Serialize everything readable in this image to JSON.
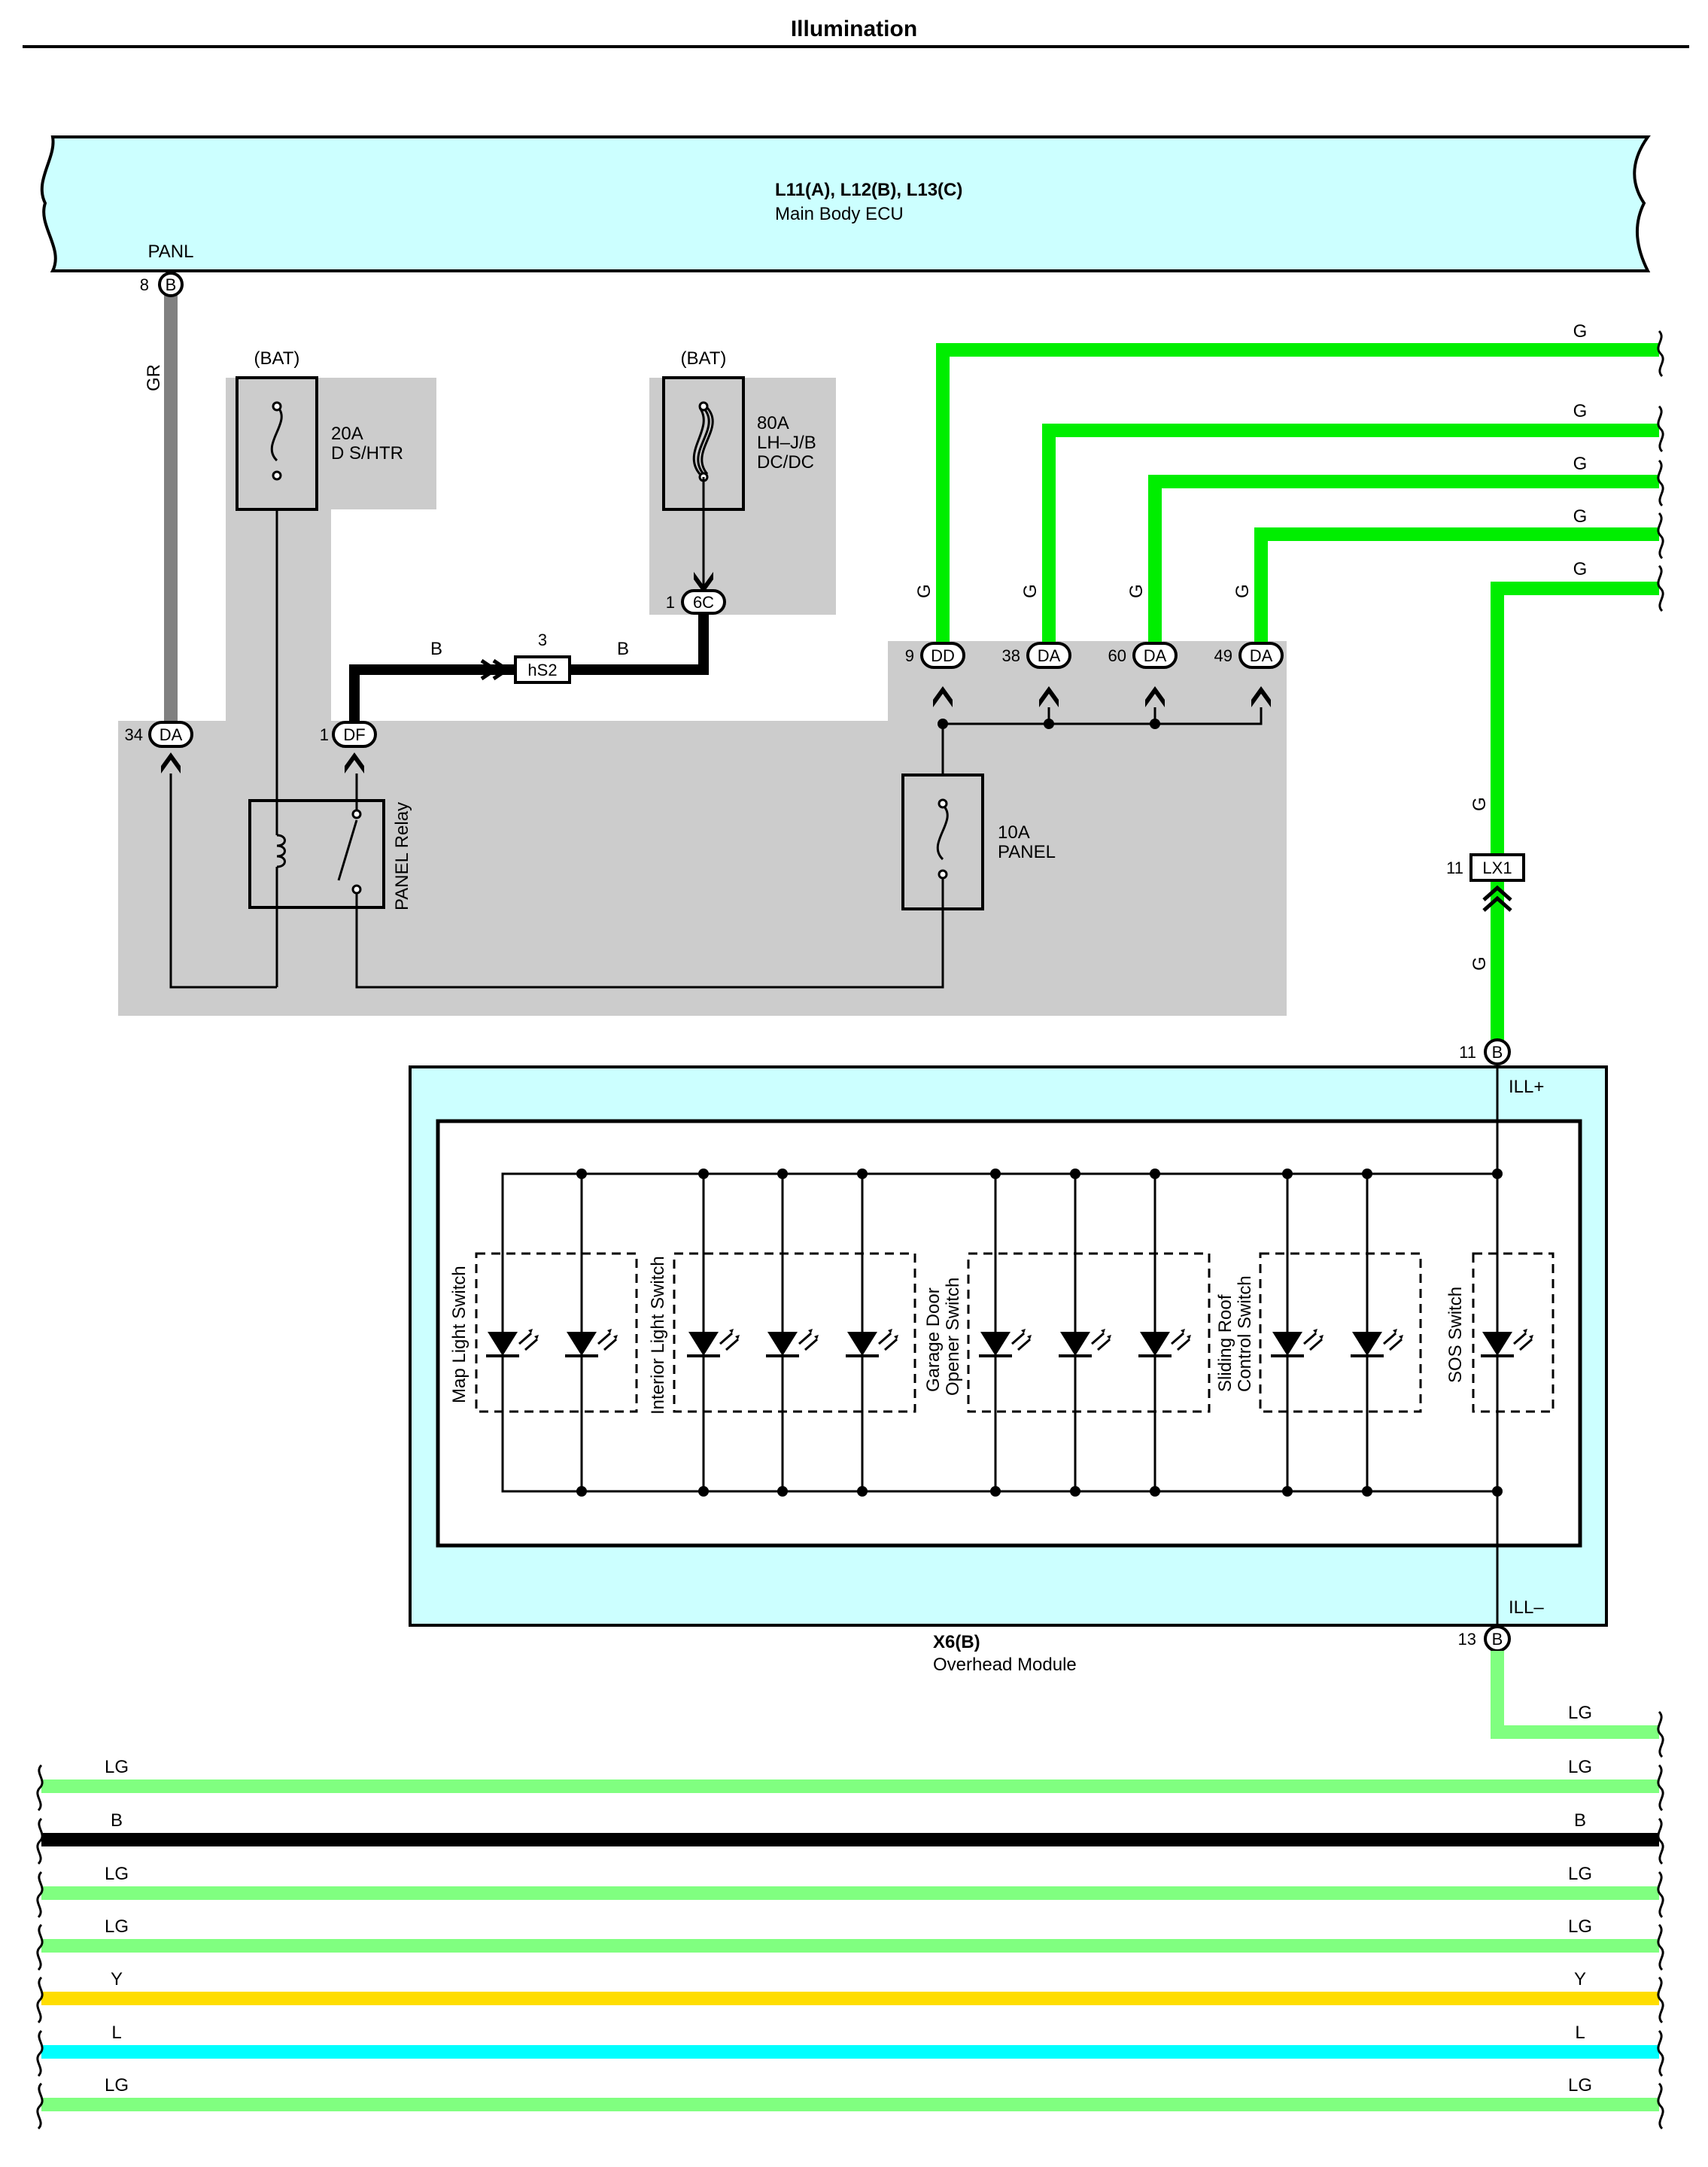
{
  "title": "Illumination",
  "ecu": {
    "connectors": "L11(A), L12(B), L13(C)",
    "name": "Main Body ECU",
    "pin_label": "PANL",
    "pin_num": "8",
    "pin_conn": "B"
  },
  "wires": {
    "gr": "GR",
    "b": "B",
    "g": "G",
    "lg": "LG",
    "y": "Y",
    "l": "L"
  },
  "fuse_dshtr": {
    "source": "(BAT)",
    "rating": "20A",
    "name": "D S/HTR"
  },
  "fuse_80a": {
    "source": "(BAT)",
    "rating": "80A",
    "line1": "LH–J/B",
    "line2": "DC/DC"
  },
  "fuse_panel": {
    "rating": "10A",
    "name": "PANEL"
  },
  "relay": {
    "name": "PANEL Relay"
  },
  "connectors": {
    "c6c": {
      "num": "1",
      "id": "6C"
    },
    "hs2": {
      "num": "3",
      "id": "hS2"
    },
    "da34": {
      "num": "34",
      "id": "DA"
    },
    "df1": {
      "num": "1",
      "id": "DF"
    },
    "dd9": {
      "num": "9",
      "id": "DD"
    },
    "da38": {
      "num": "38",
      "id": "DA"
    },
    "da60": {
      "num": "60",
      "id": "DA"
    },
    "da49": {
      "num": "49",
      "id": "DA"
    },
    "lx1": {
      "num": "11",
      "id": "LX1"
    },
    "b11": {
      "num": "11",
      "id": "B"
    },
    "b13": {
      "num": "13",
      "id": "B"
    }
  },
  "module": {
    "code": "X6(B)",
    "name": "Overhead Module",
    "ill_plus": "ILL+",
    "ill_minus": "ILL–",
    "switches": {
      "map": "Map Light Switch",
      "interior": "Interior Light Switch",
      "garage1": "Garage Door",
      "garage2": "Opener Switch",
      "roof1": "Sliding Roof",
      "roof2": "Control Switch",
      "sos": "SOS Switch"
    }
  },
  "colors": {
    "ecu_fill": "#ccffff",
    "g": "#00ee00",
    "lg": "#80ff80",
    "gr": "#808080",
    "b": "#000000",
    "y": "#ffdd00",
    "l": "#00ffff",
    "shade": "#cccccc"
  }
}
